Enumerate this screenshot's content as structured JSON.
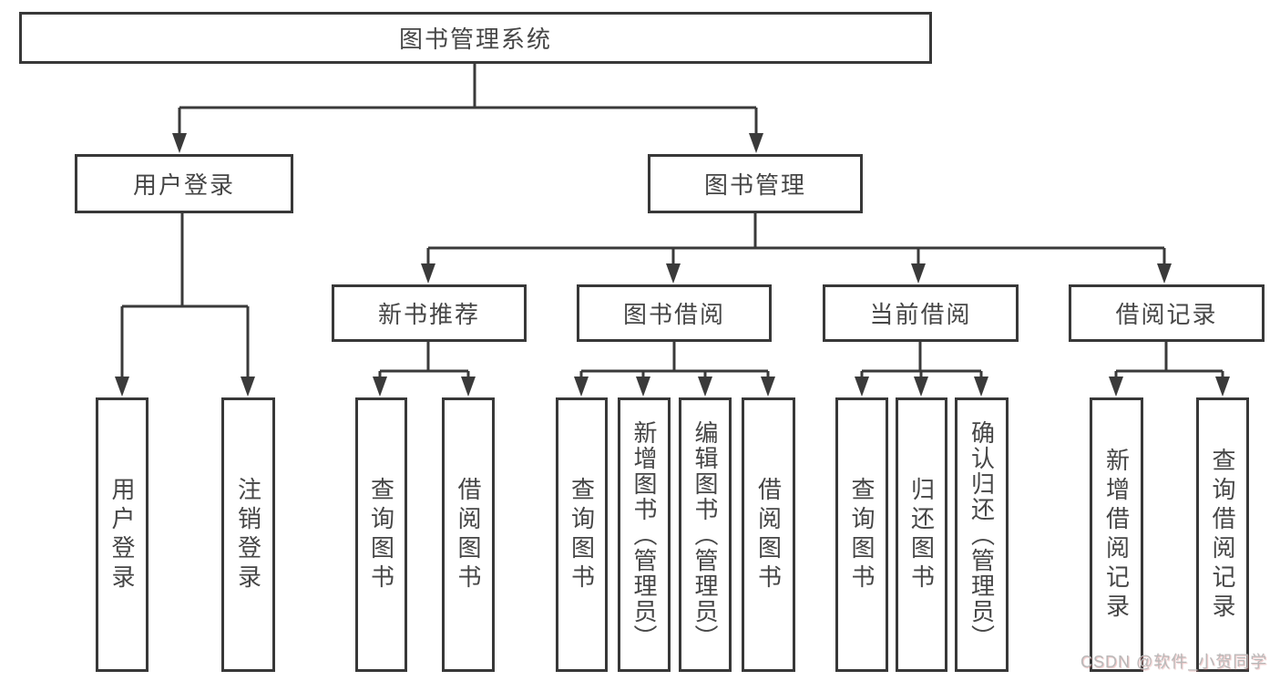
{
  "diagram": {
    "root_label": "图书管理系统",
    "level2": [
      {
        "label": "用户登录"
      },
      {
        "label": "图书管理"
      }
    ],
    "level3": [
      {
        "label": "新书推荐"
      },
      {
        "label": "图书借阅"
      },
      {
        "label": "当前借阅"
      },
      {
        "label": "借阅记录"
      }
    ],
    "leaves": [
      {
        "label": "用户登录"
      },
      {
        "label": "注销登录"
      },
      {
        "label": "查询图书"
      },
      {
        "label": "借阅图书"
      },
      {
        "label": "查询图书"
      },
      {
        "label": "新增图书（管理员）"
      },
      {
        "label": "编辑图书（管理员）"
      },
      {
        "label": "借阅图书"
      },
      {
        "label": "查询图书"
      },
      {
        "label": "归还图书"
      },
      {
        "label": "确认归还（管理员）"
      },
      {
        "label": "新增借阅记录"
      },
      {
        "label": "查询借阅记录"
      }
    ],
    "watermark": "CSDN @软件_小贺同学",
    "colors": {
      "line": "#3a3a3a",
      "border": "#383838",
      "text": "#464646",
      "background": "#ffffff",
      "watermark": "#b9b9b9"
    }
  }
}
